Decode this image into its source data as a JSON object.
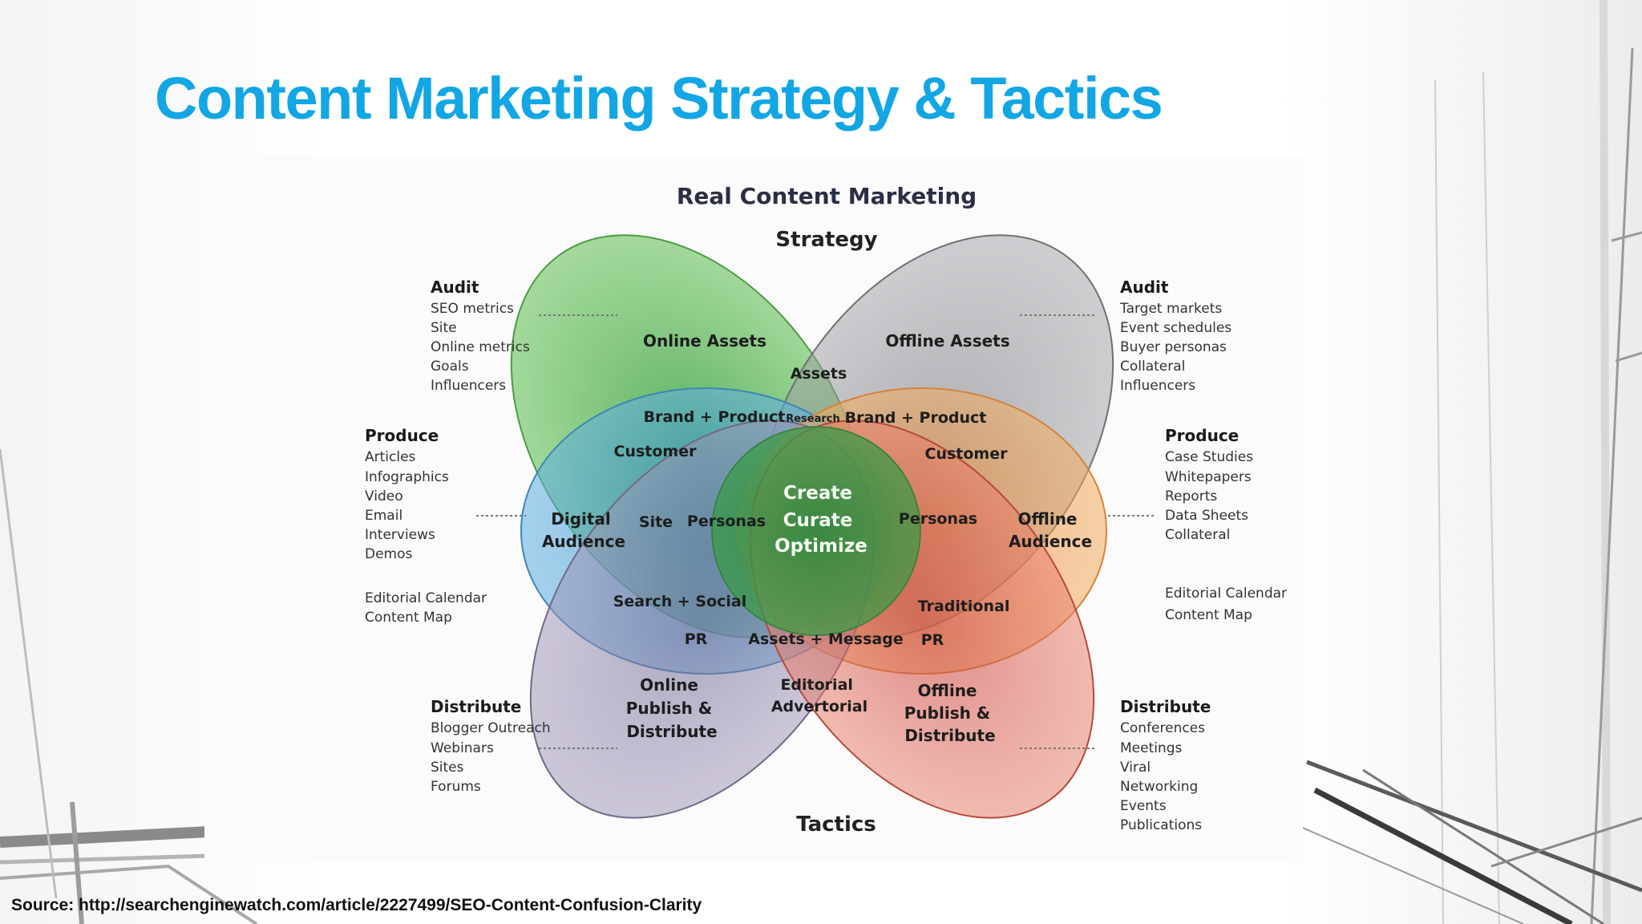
{
  "title": "Content Marketing Strategy & Tactics",
  "source": "Source: http://searchenginewatch.com/article/2227499/SEO-Content-Confusion-Clarity",
  "colors": {
    "title": "#12a6e4",
    "online_assets": "#5cbf4e",
    "offline_assets": "#8f8f95",
    "digital_audience": "#3ea0dc",
    "offline_audience": "#f2943a",
    "online_publish": "#8a7ca2",
    "offline_publish": "#d9503e",
    "center": "#2e8c40"
  },
  "diagram": {
    "heading": "Real Content Marketing",
    "strategy_label": "Strategy",
    "tactics_label": "Tactics",
    "petals": {
      "online_assets": "Online Assets",
      "offline_assets": "Offline  Assets",
      "digital_audience": [
        "Digital",
        "Audience"
      ],
      "offline_audience": [
        "Offline",
        "Audience"
      ],
      "online_publish": [
        "Online",
        "Publish &",
        "Distribute"
      ],
      "offline_publish": [
        "Offline",
        "Publish &",
        "Distribute"
      ]
    },
    "overlaps": {
      "assets": "Assets",
      "brand_product_left": "Brand + Product",
      "research": "Research",
      "brand_product_right": "Brand + Product",
      "customer_left": "Customer",
      "customer_right": "Customer",
      "site": "Site",
      "personas_left": "Personas",
      "personas_right": "Personas",
      "search_social": "Search + Social",
      "traditional": "Traditional",
      "pr_left": "PR",
      "assets_message": "Assets + Message",
      "pr_right": "PR",
      "editorial_advertorial": [
        "Editorial",
        "Advertorial"
      ]
    },
    "center": [
      "Create",
      "Curate",
      "Optimize"
    ],
    "left": {
      "audit": {
        "heading": "Audit",
        "items": [
          "SEO metrics",
          "Site",
          "Online metrics",
          "Goals",
          "Influencers"
        ]
      },
      "produce": {
        "heading": "Produce",
        "items": [
          "Articles",
          "Infographics",
          "Video",
          "Email",
          "Interviews",
          "Demos"
        ]
      },
      "editorial": [
        "Editorial Calendar",
        "Content Map"
      ],
      "distribute": {
        "heading": "Distribute",
        "items": [
          "Blogger Outreach",
          "Webinars",
          "Sites",
          "Forums"
        ]
      }
    },
    "right": {
      "audit": {
        "heading": "Audit",
        "items": [
          "Target markets",
          "Event schedules",
          "Buyer personas",
          "Collateral",
          "Influencers"
        ]
      },
      "produce": {
        "heading": "Produce",
        "items": [
          "Case Studies",
          "Whitepapers",
          "Reports",
          "Data Sheets",
          "Collateral"
        ]
      },
      "editorial": [
        "Editorial Calendar",
        "Content Map"
      ],
      "distribute": {
        "heading": "Distribute",
        "items": [
          "Conferences",
          "Meetings",
          "Viral",
          "Networking",
          "Events",
          "Publications"
        ]
      }
    }
  }
}
